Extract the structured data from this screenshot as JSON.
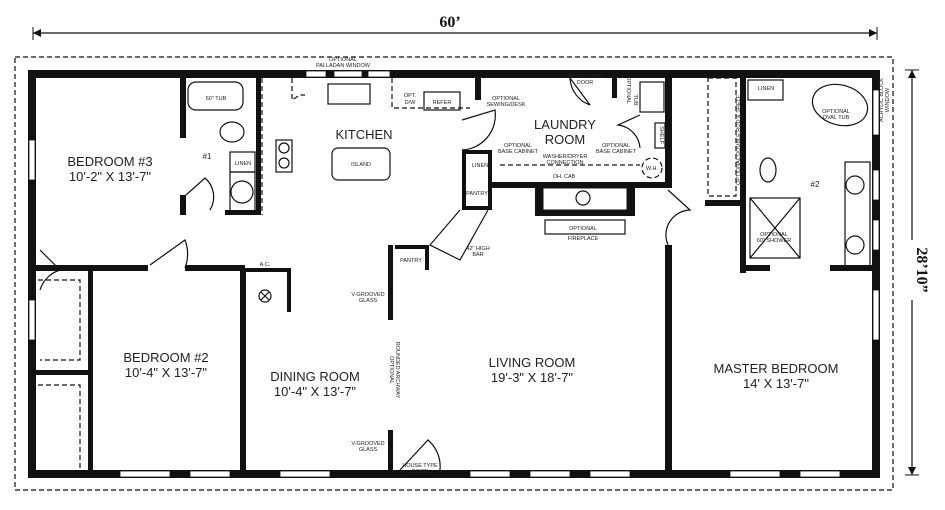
{
  "dimensions": {
    "width": "60’",
    "depth": "28’10”"
  },
  "rooms": {
    "bedroom3": {
      "name": "BEDROOM #3",
      "size": "10'-2\" X 13'-7\""
    },
    "bedroom2": {
      "name": "BEDROOM #2",
      "size": "10'-4\" X 13'-7\""
    },
    "kitchen": {
      "name": "KITCHEN"
    },
    "laundry": {
      "name_line1": "LAUNDRY",
      "name_line2": "ROOM"
    },
    "dining": {
      "name": "DINING ROOM",
      "size": "10'-4\" X 13'-7\""
    },
    "living": {
      "name": "LIVING ROOM",
      "size": "19'-3\" X 18'-7\""
    },
    "master": {
      "name": "MASTER BEDROOM",
      "size": "14' X 13'-7\""
    },
    "bath1": {
      "name": "#1"
    },
    "bath2": {
      "name": "#2"
    }
  },
  "labels": {
    "palladian_1": "OPTIONAL",
    "palladian_2": "PALLADAN WINDOW",
    "tub60": "60\" TUB",
    "linen1": "LINEN",
    "island": "ISLAND",
    "dw_1": "OPT.",
    "dw_2": "D/W",
    "refer": "REFER",
    "sewing_1": "OPTIONAL",
    "sewing_2": "SEWING/DESK",
    "house_door_1": "HOUSE TYPE",
    "house_door_2": "DOOR",
    "opt_tub_1": "OPTIONAL",
    "opt_tub_2": "TUB",
    "shelf": "SHELF",
    "wh": "W.H.",
    "base_cab_l1": "OPTIONAL",
    "base_cab_l2": "BASE CABINET",
    "base_cab_r1": "OPTIONAL",
    "base_cab_r2": "BASE CABINET",
    "washer_1": "WASHER/DRYER",
    "washer_2": "CONNECTION",
    "oh_cab": "OH. CAB",
    "linen2": "LINEN",
    "pantry1": "PANTRY",
    "pantry2": "PANTRY",
    "bar_1": "42\" HIGH",
    "bar_2": "BAR",
    "fireplace_1": "OPTIONAL",
    "fireplace_2": "FIREPLACE",
    "ac": "A.C.",
    "vglass1_1": "V-GROOVED",
    "vglass1_2": "GLASS",
    "vglass2_1": "V-GROOVED",
    "vglass2_2": "GLASS",
    "archway_1": "OPTIONAL",
    "archway_2": "ROUNDED ARCHWAY",
    "front_door_1": "HOUSE TYPE",
    "front_door_2": "DOOR",
    "linen3": "LINEN",
    "oval_tub_1": "OPTIONAL",
    "oval_tub_2": "OVAL TUB",
    "acrylic_1": "ACRYLIC BLOCK",
    "acrylic_2": "WINDOW",
    "rod_shelf": "OPTIONAL DOUBLE ROD & SHELF",
    "shower_1": "OPTIONAL",
    "shower_2": "60\" SHOWER"
  }
}
